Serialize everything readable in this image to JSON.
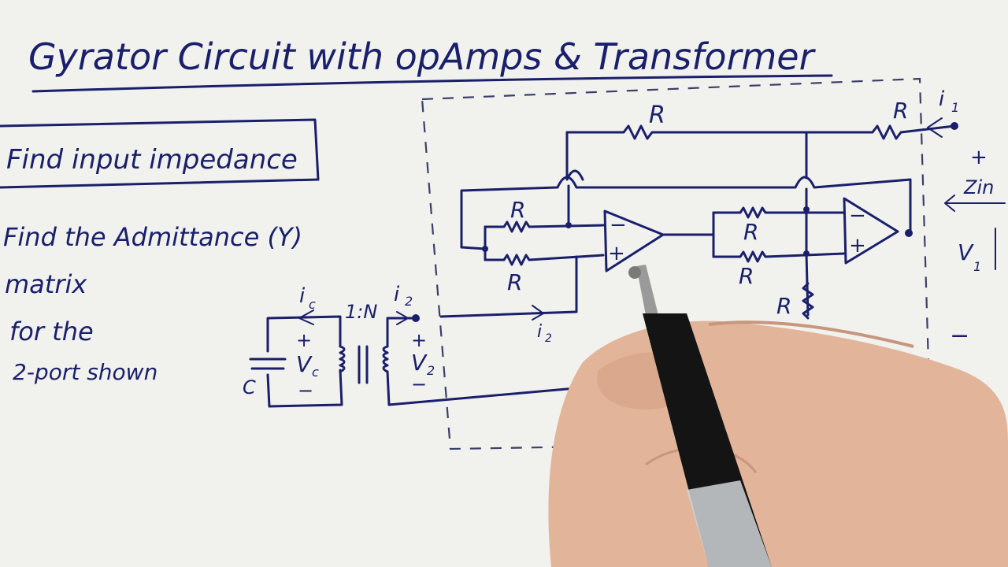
{
  "colors": {
    "ink": "#1a1f6b",
    "paper": "#f1f1ee",
    "skin": "#e4b79d",
    "pen_body": "#141414"
  },
  "title": "Gyrator Circuit with opAmps & Transformer",
  "task_box": "Find input impedance",
  "prompt": {
    "line1": "Find the Admittance (Y)",
    "line2": "matrix",
    "line3": "for the",
    "line4": "2-port shown"
  },
  "circuit": {
    "resistor_label": "R",
    "input_current": "i",
    "input_current_sub": "1",
    "zin": "Zin",
    "v1": "V",
    "v1_sub": "1",
    "plus": "+",
    "minus": "−",
    "ratio": "1:N",
    "ic": "i",
    "ic_sub": "c",
    "i2": "i",
    "i2_sub": "2",
    "vc": "V",
    "vc_sub": "c",
    "v2": "V",
    "v2_sub": "2",
    "cap": "C",
    "opamp_minus": "−",
    "opamp_plus": "+"
  }
}
